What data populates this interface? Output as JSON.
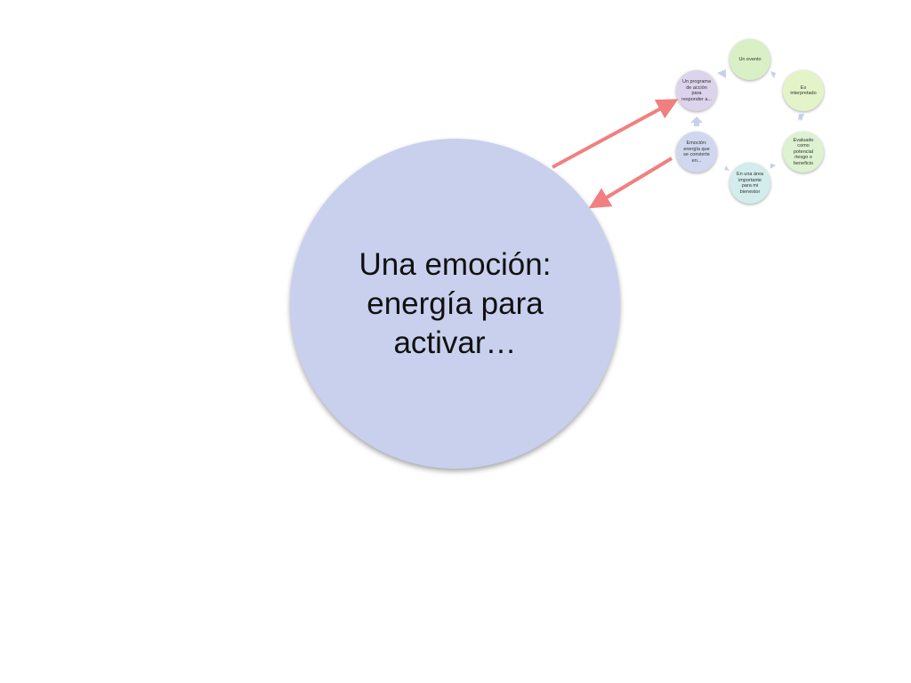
{
  "main": {
    "text": "Una emoción: energía para activar…"
  },
  "cycle": {
    "nodes": [
      {
        "label": "Un evento",
        "color": "#d9f0c6"
      },
      {
        "label": "Es interpretado",
        "color": "#e3f4c9"
      },
      {
        "label": "Evaluado como potencial riesgo o beneficio",
        "color": "#dcf2d0"
      },
      {
        "label": "En una área importante para mi bienestor",
        "color": "#d3ecec"
      },
      {
        "label": "Emoción: energía que se convierte en...",
        "color": "#cfd8ee"
      },
      {
        "label": "Un programa de acción para responder a...",
        "color": "#dcd3ec"
      }
    ],
    "arrow_color": "#c8d0ee"
  },
  "colors": {
    "main_circle": "#c8d0ee",
    "connector_arrows": "#f08080"
  }
}
